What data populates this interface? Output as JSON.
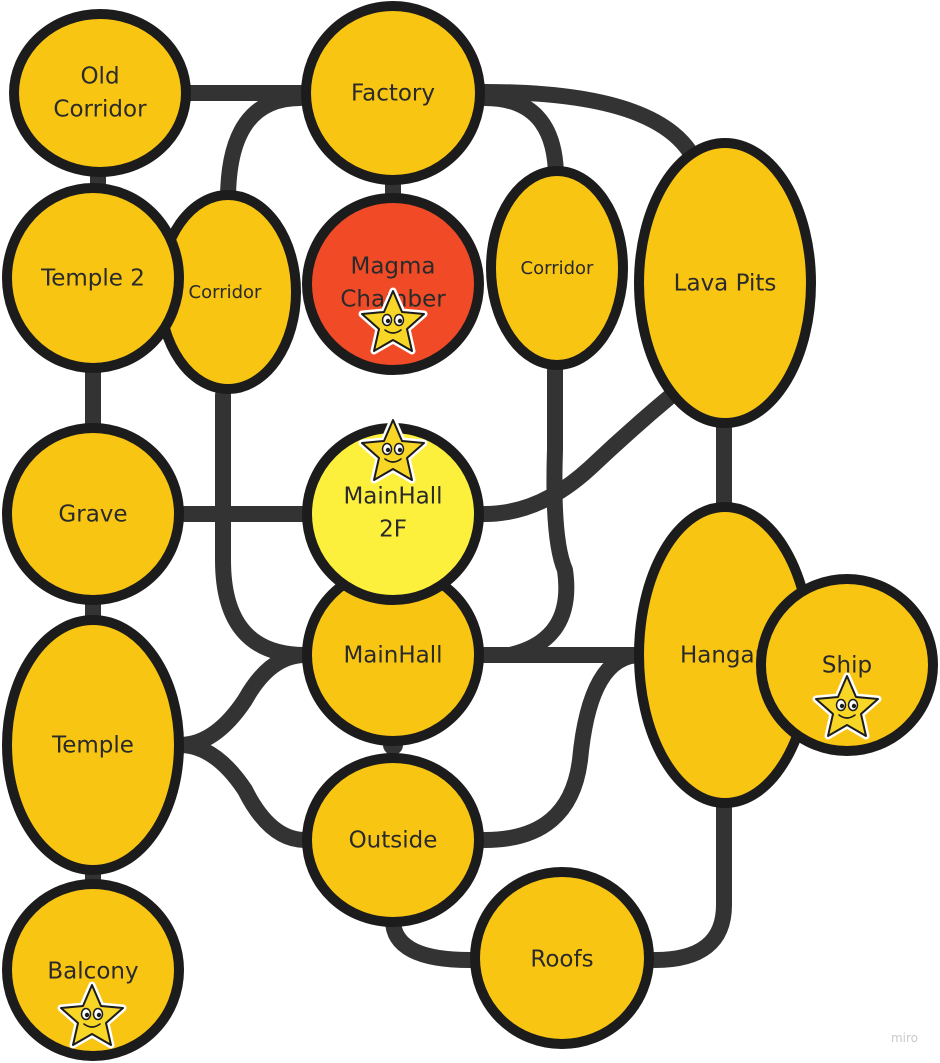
{
  "colors": {
    "node_default": "#f8c513",
    "node_current": "#f04a26",
    "node_highlight": "#fdf03d",
    "edge": "#333333",
    "outline": "#1c1c1c",
    "star": "#f8d626"
  },
  "watermark": "miro",
  "nodes": {
    "old_corridor": {
      "line1": "Old",
      "line2": "Corridor"
    },
    "factory": {
      "label": "Factory"
    },
    "temple2": {
      "label": "Temple 2"
    },
    "corridor_left": {
      "label": "Corridor"
    },
    "magma_chamber": {
      "line1": "Magma",
      "line2": "Chamber",
      "state": "current"
    },
    "corridor_right": {
      "label": "Corridor"
    },
    "lava_pits": {
      "label": "Lava Pits"
    },
    "grave": {
      "label": "Grave"
    },
    "mainhall_2f": {
      "line1": "MainHall",
      "line2": "2F",
      "state": "highlight"
    },
    "mainhall": {
      "label": "MainHall"
    },
    "temple": {
      "label": "Temple"
    },
    "hangar": {
      "label": "Hangar"
    },
    "ship": {
      "label": "Ship"
    },
    "outside": {
      "label": "Outside"
    },
    "balcony": {
      "label": "Balcony"
    },
    "roofs": {
      "label": "Roofs"
    }
  },
  "markers": [
    {
      "node": "magma_chamber",
      "icon": "star-sticker-icon"
    },
    {
      "node": "mainhall_2f",
      "icon": "star-sticker-icon"
    },
    {
      "node": "ship",
      "icon": "star-sticker-icon"
    },
    {
      "node": "balcony",
      "icon": "star-sticker-icon"
    }
  ]
}
